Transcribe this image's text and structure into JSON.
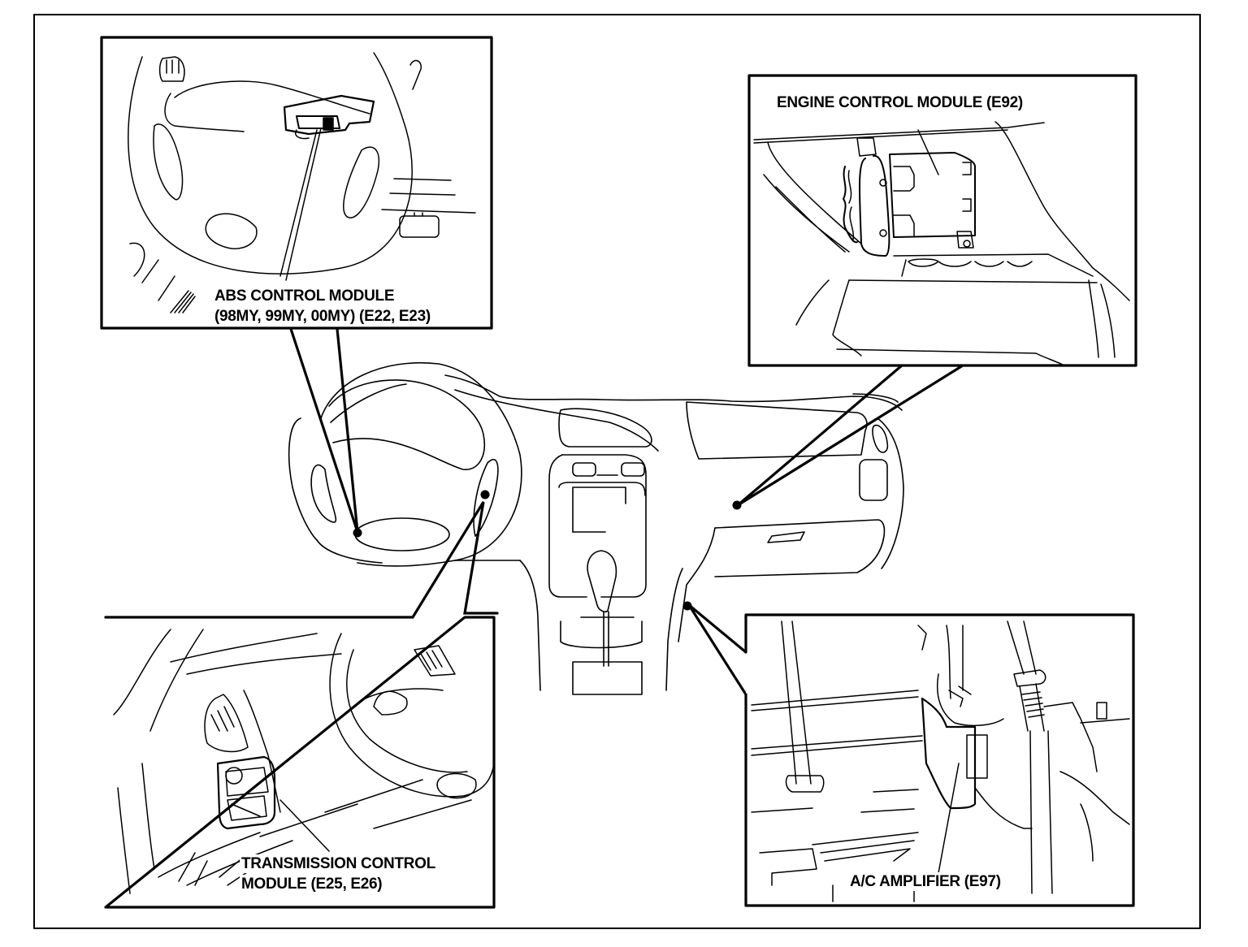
{
  "diagram": {
    "type": "component-location-diagram",
    "subject": "Vehicle dashboard / instrument panel control module locations",
    "colors": {
      "line": "#000000",
      "background": "#ffffff"
    },
    "callouts": [
      {
        "id": "abs",
        "label_line1": "ABS CONTROL MODULE",
        "label_line2": "(98MY, 99MY, 00MY) (E22, E23)",
        "location": "behind steering wheel, driver side lower dash",
        "inset_position": "top-left"
      },
      {
        "id": "ecm",
        "label_line1": "ENGINE CONTROL MODULE (E92)",
        "location": "behind glove box, passenger side",
        "inset_position": "top-right"
      },
      {
        "id": "tcm",
        "label_line1": "TRANSMISSION CONTROL",
        "label_line2": "MODULE (E25, E26)",
        "location": "under driver side dash, right of steering column",
        "inset_position": "bottom-left"
      },
      {
        "id": "ac",
        "label_line1": "A/C AMPLIFIER (E97)",
        "location": "passenger side, lower center console",
        "inset_position": "bottom-right"
      }
    ]
  }
}
